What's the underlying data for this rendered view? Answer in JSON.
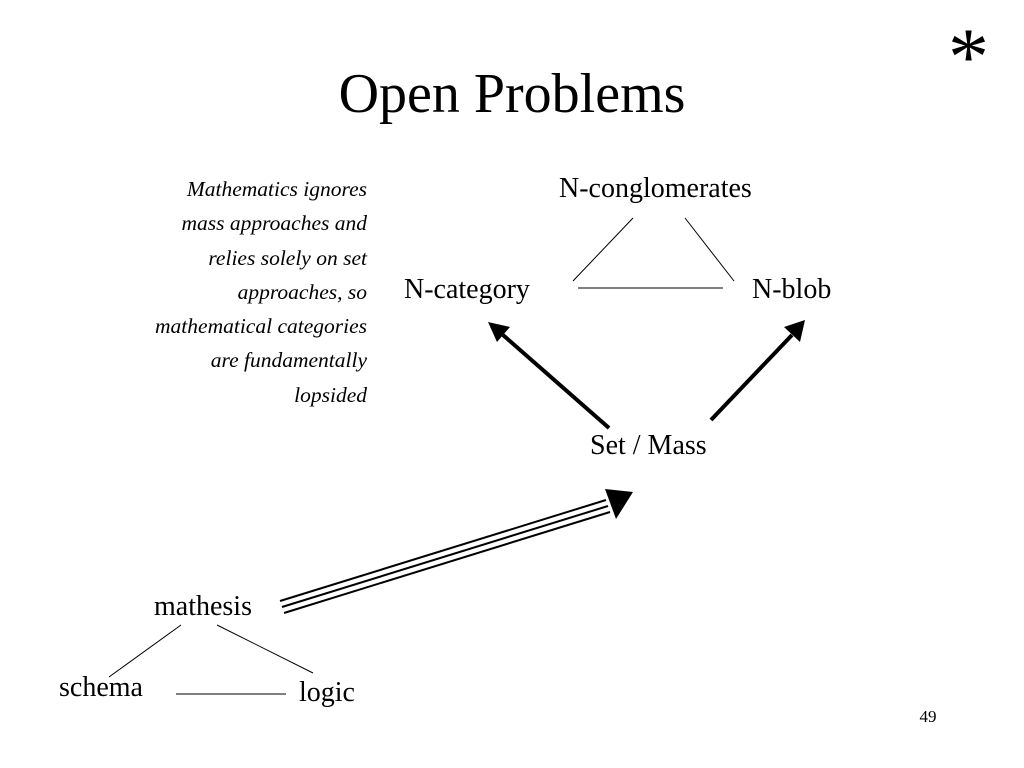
{
  "slide": {
    "title": "Open Problems",
    "corner_mark": "*",
    "page_number": "49"
  },
  "note": {
    "lines": [
      "Mathematics ignores",
      "mass approaches and",
      "relies solely on set",
      "approaches, so",
      "mathematical categories",
      "are fundamentally",
      "lopsided"
    ]
  },
  "diagram": {
    "nodes": {
      "n_conglomerates": "N-conglomerates",
      "n_category": "N-category",
      "n_blob": "N-blob",
      "set_mass": "Set / Mass",
      "mathesis": "mathesis",
      "schema": "schema",
      "logic": "logic"
    }
  }
}
